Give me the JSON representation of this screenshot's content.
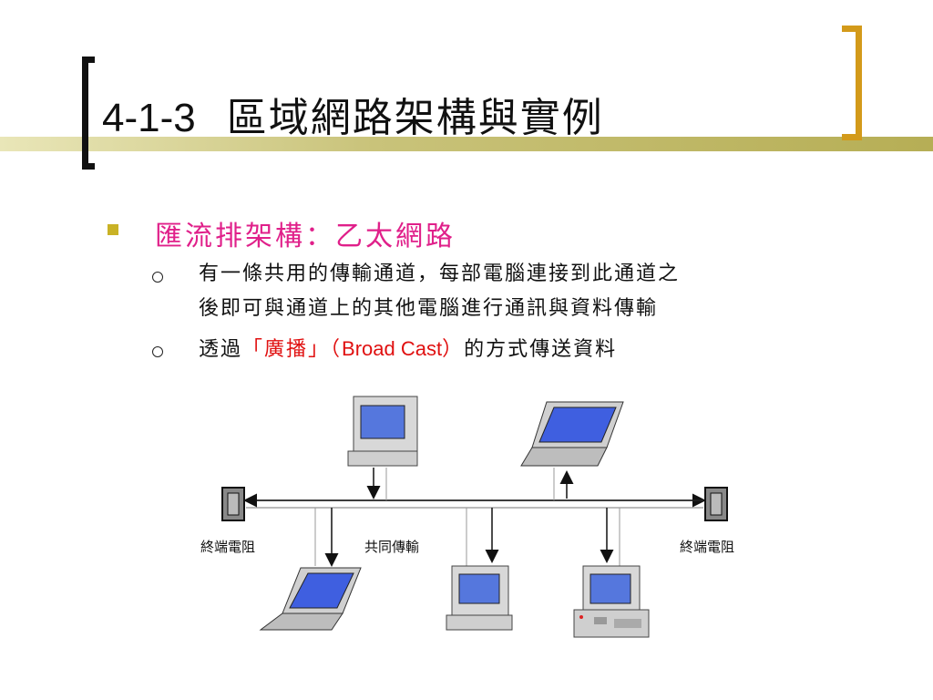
{
  "slide": {
    "title_number": "4-1-3",
    "title_text": "區域網路架構與實例",
    "bullet1": "匯流排架構：乙太網路",
    "sub1_line1": "有一條共用的傳輸通道，每部電腦連接到此通道之",
    "sub1_line2": "後即可與通道上的其他電腦進行通訊與資料傳輸",
    "sub2_prefix": "透過",
    "sub2_red1": "「廣播」（",
    "sub2_red2": "Broad Cast",
    "sub2_red3": "）",
    "sub2_suffix": "的方式傳送資料"
  },
  "diagram": {
    "label_terminator_left": "終端電阻",
    "label_shared": "共同傳輸",
    "label_terminator_right": "終端電阻"
  },
  "colors": {
    "accent_magenta": "#e0208a",
    "accent_red": "#e01010",
    "bracket_gold": "#d39a1a",
    "bullet_olive": "#c9b226"
  }
}
